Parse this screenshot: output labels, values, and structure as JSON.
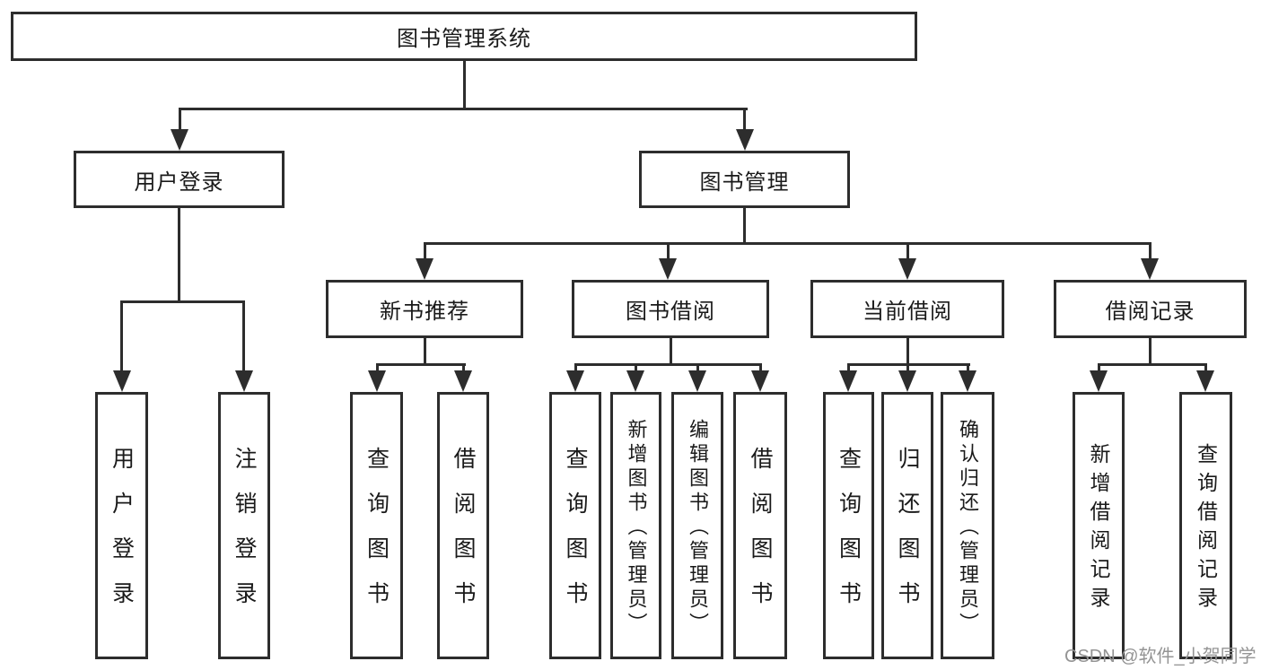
{
  "colors": {
    "background": "#ffffff",
    "line": "#2d2d2d",
    "box_border": "#2d2d2d",
    "text": "#1a1a1a",
    "watermark": "#949494"
  },
  "tree": {
    "root": {
      "label": "图书管理系统"
    },
    "branches": [
      {
        "label": "用户登录",
        "children": [
          {
            "label": "用户登录"
          },
          {
            "label": "注销登录"
          }
        ]
      },
      {
        "label": "图书管理",
        "children": [
          {
            "label": "新书推荐",
            "children": [
              {
                "label": "查询图书"
              },
              {
                "label": "借阅图书"
              }
            ]
          },
          {
            "label": "图书借阅",
            "children": [
              {
                "label": "查询图书"
              },
              {
                "label": "新增图书（管理员）"
              },
              {
                "label": "编辑图书（管理员）"
              },
              {
                "label": "借阅图书"
              }
            ]
          },
          {
            "label": "当前借阅",
            "children": [
              {
                "label": "查询图书"
              },
              {
                "label": "归还图书"
              },
              {
                "label": "确认归还（管理员）"
              }
            ]
          },
          {
            "label": "借阅记录",
            "children": [
              {
                "label": "新增借阅记录"
              },
              {
                "label": "查询借阅记录"
              }
            ]
          }
        ]
      }
    ]
  },
  "watermark": {
    "text": "CSDN @软件_小贺同学"
  }
}
